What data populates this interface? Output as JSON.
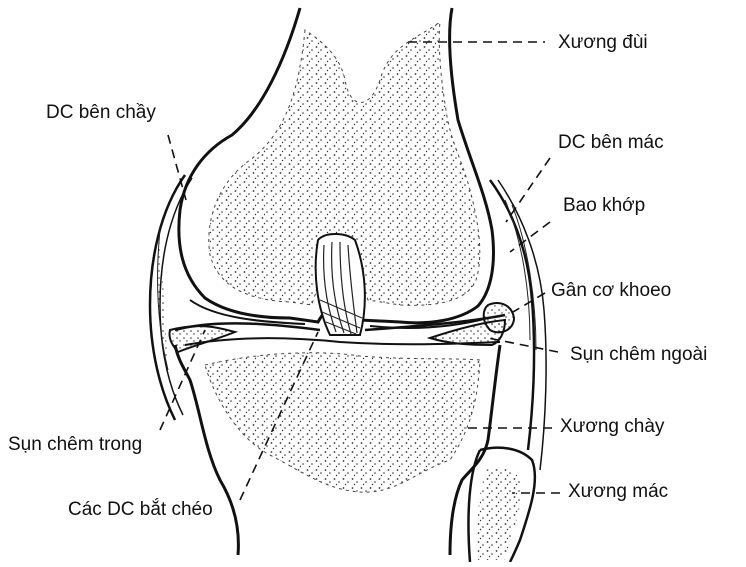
{
  "labels": {
    "femur": "Xương đùi",
    "mcl": "DC bên chầy",
    "lcl": "DC bên mác",
    "capsule": "Bao khớp",
    "popliteus": "Gân cơ khoeo",
    "lateral_meniscus": "Sụn chêm ngoài",
    "tibia": "Xương chày",
    "medial_meniscus": "Sụn chêm trong",
    "fibula": "Xương mác",
    "cruciate": "Các DC bắt chéo"
  },
  "colors": {
    "ink": "#111111",
    "paper": "#ffffff"
  }
}
